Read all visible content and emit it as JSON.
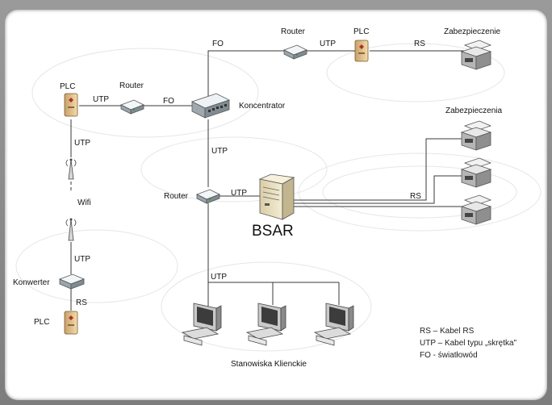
{
  "labels": {
    "router_top": "Router",
    "utp_top": "UTP",
    "plc_top": "PLC",
    "rs_top": "RS",
    "zabezpieczenie": "Zabezpieczenie",
    "fo_top": "FO",
    "plc_left": "PLC",
    "utp_left": "UTP",
    "router_left": "Router",
    "fo_left": "FO",
    "koncentrator": "Koncentrator",
    "zabezpieczenia": "Zabezpieczenia",
    "utp_left_vertical": "UTP",
    "utp_mid_vertical": "UTP",
    "wifi": "Wifi",
    "router_mid": "Router",
    "utp_mid": "UTP",
    "rs_mid": "RS",
    "bsar": "BSAR",
    "utp_left_lower": "UTP",
    "konwerter": "Konwerter",
    "rs_left": "RS",
    "plc_bottom": "PLC",
    "utp_bottom": "UTP",
    "stanowiska": "Stanowiska Klienckie"
  },
  "legend": [
    "RS – Kabel RS",
    "UTP – Kabel typu „skrętka\"",
    "FO -  światłowód"
  ]
}
